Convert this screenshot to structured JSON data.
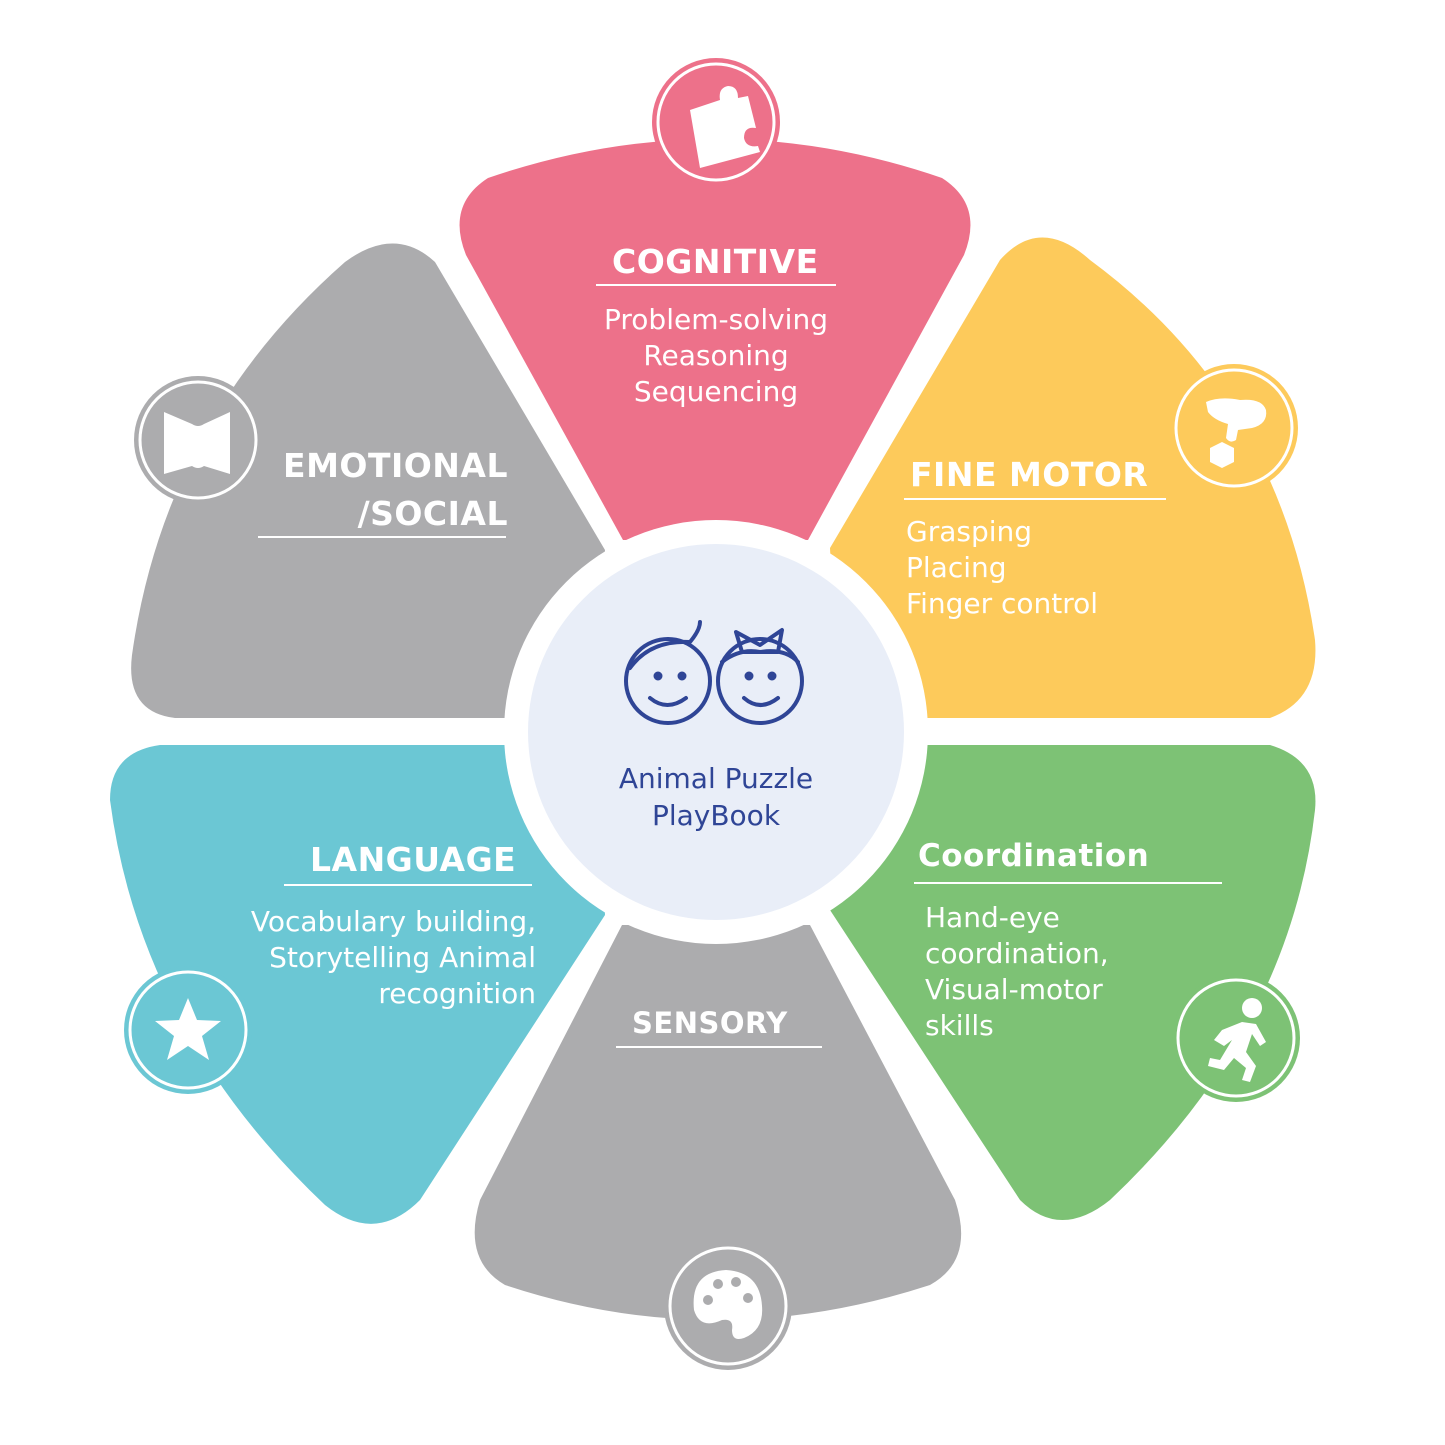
{
  "center": {
    "line1": "Animal Puzzle",
    "line2": "PlayBook",
    "icon": "two-kids-faces-icon",
    "color": "#2f4596",
    "bg": "#e9eef8"
  },
  "segments": {
    "cognitive": {
      "title": "COGNITIVE",
      "lines": [
        "Problem-solving",
        "Reasoning",
        "Sequencing"
      ],
      "color": "#ed718a",
      "icon": "puzzle-piece-icon"
    },
    "fine_motor": {
      "title": "FINE MOTOR",
      "lines": [
        "Grasping",
        "Placing",
        "Finger control"
      ],
      "color": "#fdca5b",
      "icon": "hand-grasping-block-icon"
    },
    "coordination": {
      "title": "Coordination",
      "lines": [
        "Hand-eye",
        "coordination,",
        "Visual-motor",
        "skills"
      ],
      "color": "#7dc275",
      "icon": "running-person-icon"
    },
    "sensory": {
      "title": "SENSORY",
      "lines": [],
      "color": "#acacae",
      "icon": "paint-palette-icon"
    },
    "language": {
      "title": "LANGUAGE",
      "lines": [
        "Vocabulary building,",
        "Storytelling Animal",
        "recognition"
      ],
      "color": "#6bc7d4",
      "icon": "star-icon"
    },
    "emotional": {
      "title_line1": "EMOTIONAL",
      "title_line2": "/SOCIAL",
      "lines": [],
      "color": "#acacae",
      "icon": "open-book-icon"
    }
  }
}
